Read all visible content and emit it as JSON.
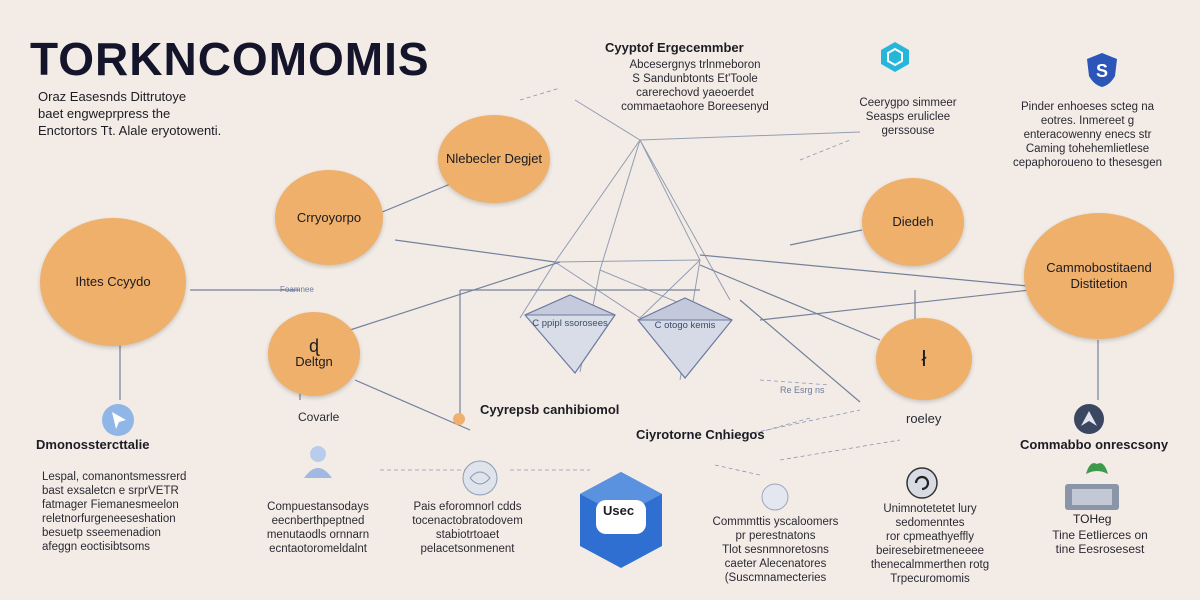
{
  "title": "TORKNCOMOMIS",
  "subtitle": [
    "Oraz Easesnds Dittrutoye",
    "baet engweprpress the",
    "Enctortors Tt. Alale eryotowenti."
  ],
  "top_center": {
    "header": "Cyyptof Ergecemmber",
    "lines": [
      "Abcesergnys trlnmeboron",
      "S Sandunbtonts Et'Toole",
      "carerechovd yaeoerdet",
      "commaetaohore Boreesenyd"
    ]
  },
  "top_right_a": {
    "lines": [
      "Ceerygpo simmeer",
      "Seasps eruliclee",
      "gerssouse"
    ]
  },
  "top_right_b": {
    "lines": [
      "Pinder enhoeses scteg na",
      "eotres. Inmereet g",
      "enteracowenny enecs str",
      "Caming tohehemlietlese",
      "cepaphoroueno to thesesgen"
    ]
  },
  "nodes": {
    "nebesiclet": "Nlebecler Degjet",
    "cryoyorpo": "Crryoyorpo",
    "intes": "Ihtes Ccyydo",
    "delgn": "Deltgn",
    "diedch": "Diedeh",
    "commaboteand": "Cammobostitaend Distitetion",
    "right_small": "ł"
  },
  "center": {
    "left_gem": "C ppipl ssorosees",
    "right_gem": "C otogo kemis",
    "label_cross": "Cyyrepsb canhibiomol",
    "label_chart": "Ciyrotorne Cnhiegos",
    "small_a": "Foamnee",
    "small_b": "Re Esrg ns"
  },
  "left": {
    "label_above": "Covarle",
    "header": "Dmonosstercttalie",
    "lines": [
      "Lespal, comanontsmessrerd",
      "bast exsaletcn e srprVETR",
      "fatmager Fiemanesmeelon",
      "reletnorfurgeneeseshation",
      "besuetp sseemenadion",
      "afeggn eoctisibtsoms"
    ]
  },
  "bottom": {
    "col1": [
      "Compuestansodays",
      "eecnberthpeptned",
      "menutaodls ornnarn",
      "ecntaotoromeldalnt"
    ],
    "col2": [
      "Pais eforomnorl cdds",
      "tocenactobratodovem",
      "stabiotrtoaet",
      "pelacetsonmenent"
    ],
    "badge": "Usec",
    "col3": [
      "Commmttis yscaloomers",
      "pr perestnatons",
      "Tlot sesnmnoretosns",
      "caeter Alecenatores",
      "(Suscmnamecteries"
    ],
    "col4": [
      "Unimnotetetet lury",
      "sedomenntes",
      "ror cpmeathyeffly",
      "beiresebiretmeneeee",
      "thenecalmmerthen rotg",
      "Trpecuromomis"
    ]
  },
  "right": {
    "label_above": "roeley",
    "header": "Commabbo onrescsony",
    "box_label": "TOHeg",
    "lines": [
      "Tine Eetlierces on",
      "tine Eesrosesest"
    ]
  },
  "colors": {
    "node": "#eeb06a",
    "line": "#5a6b8c",
    "badge": "#2f6fd1",
    "background": "#f3ece6"
  }
}
